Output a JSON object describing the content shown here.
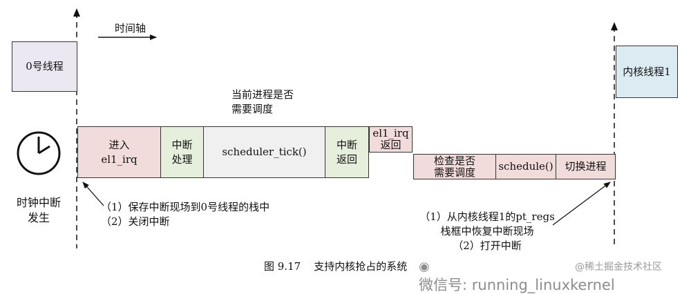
{
  "labels": {
    "time_axis": "时间轴",
    "process0": "0号线程",
    "kernel_thread": "内核线程1",
    "question_top": "当前进程是否\n需要调度",
    "clock_interrupt": "时钟中断\n发生",
    "caption": "图 9.17    支持内核抢占的系统"
  },
  "boxes": {
    "enter_irq": "进入\nel1_irq",
    "handle_irq": "中断\n处理",
    "scheduler_tick": "scheduler_tick()",
    "irq_return_1": "中断\n返回",
    "el1_irq_return": "el1_irq\n返回",
    "check_schedule": "检查是否\n需要调度",
    "schedule": "schedule()",
    "switch_process": "切换进程"
  },
  "notes": {
    "left": "（1）保存中断现场到0号线程的栈中\n（2）关闭中断",
    "right": "（1）从内核线程1的pt_regs\n栈框中恢复中断现场\n（2）打开中断"
  },
  "watermark": {
    "wechat": "微信号: running_linuxkernel",
    "site": "@稀土掘金技术社区"
  }
}
